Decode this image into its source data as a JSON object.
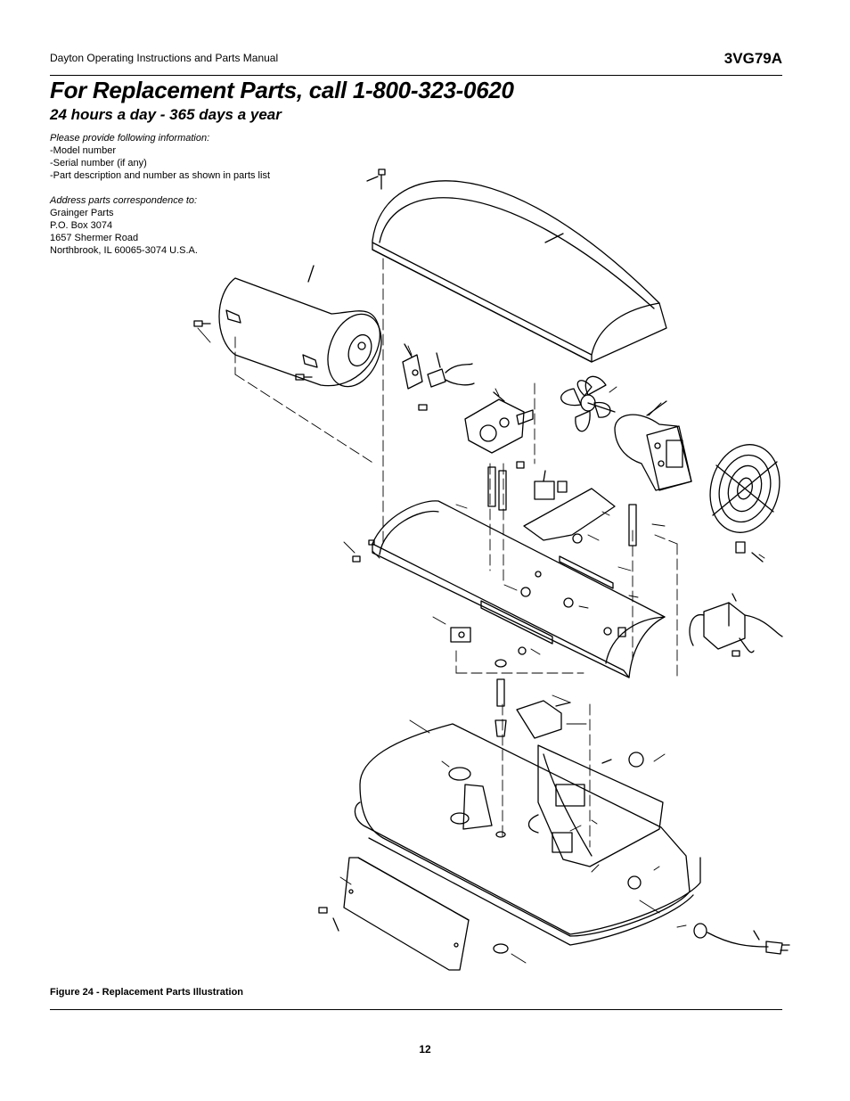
{
  "header": {
    "manual_title": "Dayton Operating Instructions and Parts Manual",
    "model": "3VG79A"
  },
  "title": "For Replacement Parts, call 1-800-323-0620",
  "subtitle": "24 hours a day - 365 days a year",
  "info": {
    "provide_heading": "Please provide following information:",
    "provide_items": [
      "-Model number",
      "-Serial number (if any)",
      "-Part description and number as shown in parts list"
    ],
    "address_heading": "Address parts correspondence to:",
    "address_lines": [
      "Grainger Parts",
      "P.O. Box 3074",
      "1657 Shermer Road",
      "Northbrook, IL  60065-3074 U.S.A."
    ]
  },
  "figure_caption": "Figure 24 - Replacement Parts Illustration",
  "page_number": "12"
}
